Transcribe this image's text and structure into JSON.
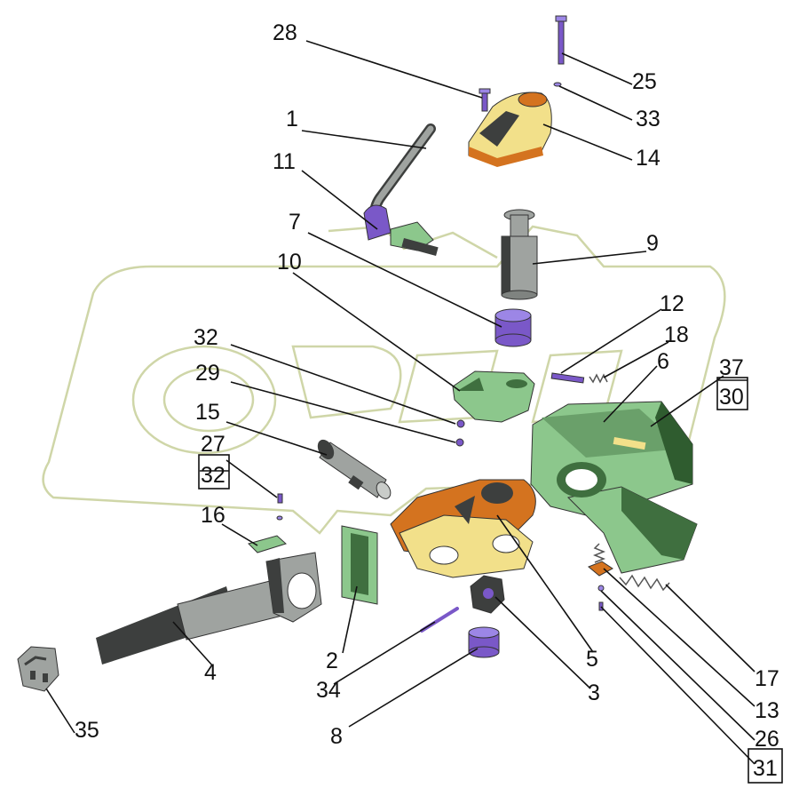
{
  "colors": {
    "green": "#8cc78c",
    "green_dark": "#3f6f3f",
    "yellow": "#f2e08a",
    "orange": "#d4731f",
    "purple": "#7a58c8",
    "purple_light": "#9c86e6",
    "gray": "#9fa3a0",
    "gray_dark": "#3d3f3e",
    "watermark": "#cfd6a8"
  },
  "labels": {
    "l1": "1",
    "l2": "2",
    "l3": "3",
    "l4": "4",
    "l5": "5",
    "l6": "6",
    "l7": "7",
    "l8": "8",
    "l9": "9",
    "l10": "10",
    "l11": "11",
    "l12": "12",
    "l13": "13",
    "l14": "14",
    "l15": "15",
    "l16": "16",
    "l17": "17",
    "l18": "18",
    "l25": "25",
    "l26": "26",
    "l27": "27",
    "l28": "28",
    "l29": "29",
    "l32a": "32",
    "l32b": "32",
    "l33": "33",
    "l34": "34",
    "l35": "35",
    "l37": "37",
    "l30": "30",
    "l31": "31"
  }
}
